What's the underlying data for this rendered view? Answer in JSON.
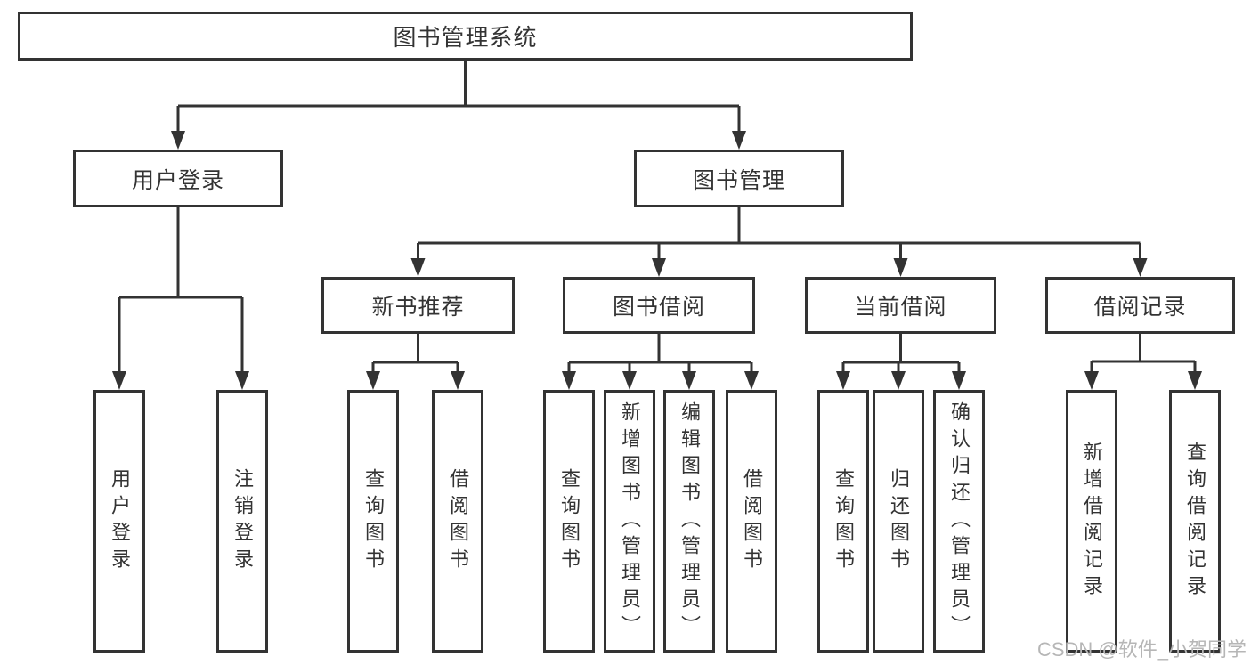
{
  "diagram": {
    "title": "图书管理系统",
    "root": {
      "id": "library-management-system",
      "label": "图书管理系统"
    },
    "level2": [
      {
        "id": "user-login",
        "label": "用户登录",
        "parent": "library-management-system"
      },
      {
        "id": "book-management",
        "label": "图书管理",
        "parent": "library-management-system"
      }
    ],
    "level3": [
      {
        "id": "new-book-recommend",
        "label": "新书推荐",
        "parent": "book-management"
      },
      {
        "id": "book-borrowing",
        "label": "图书借阅",
        "parent": "book-management"
      },
      {
        "id": "current-borrowing",
        "label": "当前借阅",
        "parent": "book-management"
      },
      {
        "id": "borrowing-records",
        "label": "借阅记录",
        "parent": "book-management"
      }
    ],
    "leaves": [
      {
        "label": "用户登录",
        "parent": "user-login"
      },
      {
        "label": "注销登录",
        "parent": "user-login"
      },
      {
        "label": "查询图书",
        "parent": "new-book-recommend"
      },
      {
        "label": "借阅图书",
        "parent": "new-book-recommend"
      },
      {
        "label": "查询图书",
        "parent": "book-borrowing"
      },
      {
        "label": "新增图书（管理员）",
        "parent": "book-borrowing"
      },
      {
        "label": "编辑图书（管理员）",
        "parent": "book-borrowing"
      },
      {
        "label": "借阅图书",
        "parent": "book-borrowing"
      },
      {
        "label": "查询图书",
        "parent": "current-borrowing"
      },
      {
        "label": "归还图书",
        "parent": "current-borrowing"
      },
      {
        "label": "确认归还（管理员）",
        "parent": "current-borrowing"
      },
      {
        "label": "新增借阅记录",
        "parent": "borrowing-records"
      },
      {
        "label": "查询借阅记录",
        "parent": "borrowing-records"
      }
    ]
  },
  "watermark": {
    "text": "CSDN @软件_小贺同学",
    "color": "#b6b6b6"
  },
  "colors": {
    "line": "#333333",
    "box_border": "#333333",
    "text": "#333333",
    "background": "#ffffff"
  }
}
